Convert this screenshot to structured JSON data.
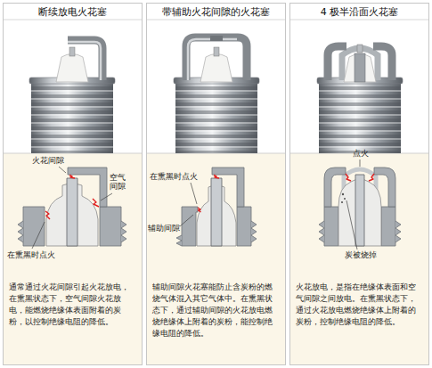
{
  "diagram": {
    "nodes": [
      {
        "text": [
          "断续放电火花塞",
          "通常通过火花间隙引起火花放电，在熏黑状态下，空气间隙火花放电，能燃烧绝缘体表面附着的炭粉，以控制绝缘电阻的降低。"
        ]
      },
      {
        "text": [
          "带辅助火花间隙的火花塞",
          "辅助间隙火花塞能防止含炭粉的燃烧气体混入其它气体中。在熏黑状态下，通过辅助间隙的火花放电燃烧绝缘体上附着的炭粉，能控制绝缘电阻的降低。"
        ]
      },
      {
        "text": [
          "4 极半沿面火花塞",
          "火花放电，是指在绝缘体表面和空气间隙之间放电。在熏黑状态下，通过火花放电燃烧绝缘体上附着的炭粉，控制绝缘电阻的降低。"
        ]
      }
    ],
    "labels": [
      "火花间隙",
      "空气间隙",
      "在熏黑时点火",
      "在熏黑时点火",
      "辅助间隙",
      "点火",
      "炭被烧掉"
    ]
  }
}
